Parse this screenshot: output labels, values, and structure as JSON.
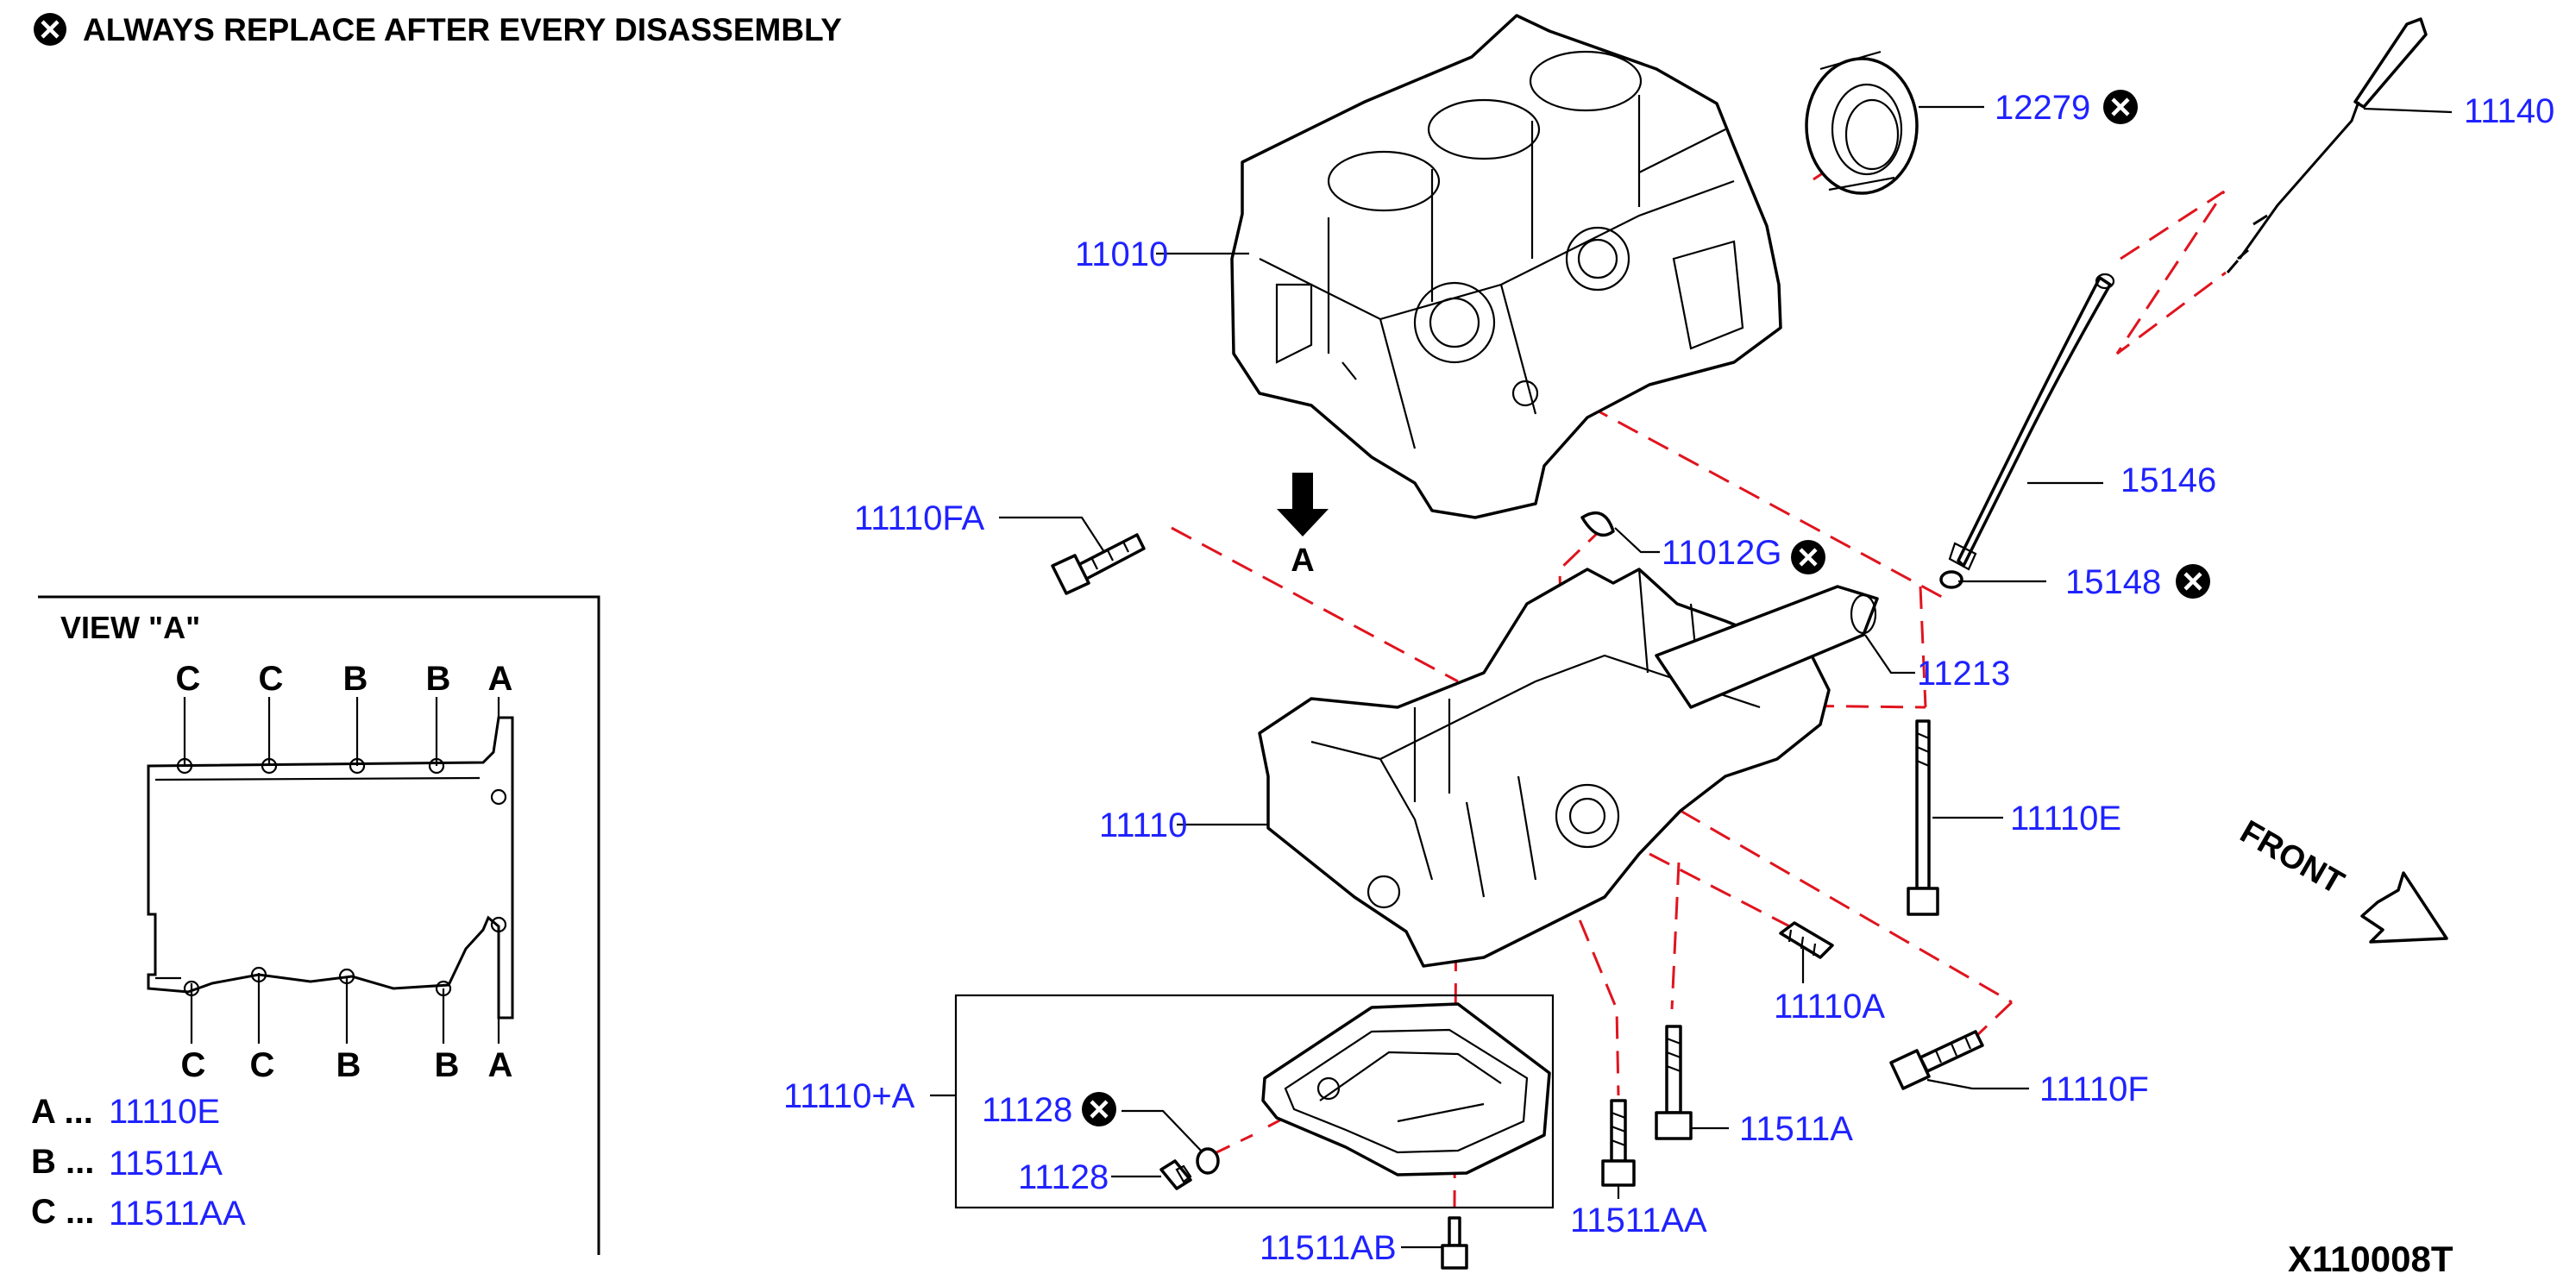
{
  "header_note": "ALWAYS REPLACE AFTER EVERY DISASSEMBLY",
  "diagram_id": "X110008T",
  "view": {
    "title": "VIEW \"A\"",
    "top_letters": [
      "C",
      "C",
      "B",
      "B",
      "A"
    ],
    "bottom_letters": [
      "C",
      "C",
      "B",
      "B",
      "A"
    ],
    "legend": [
      {
        "letter": "A ...",
        "part": "11110E"
      },
      {
        "letter": "B ...",
        "part": "11511A"
      },
      {
        "letter": "C ...",
        "part": "11511AA"
      }
    ]
  },
  "arrow_label": "A",
  "front_label": "FRONT",
  "parts": {
    "p11010": "11010",
    "p12279": "12279",
    "p11140": "11140",
    "p15146": "15146",
    "p15148": "15148",
    "p11110FA": "11110FA",
    "p11012G": "11012G",
    "p11213": "11213",
    "p11110": "11110",
    "p11110E": "11110E",
    "p11110A": "11110A",
    "p11110F": "11110F",
    "p11110plusA": "11110+A",
    "p11128a": "11128",
    "p11128b": "11128",
    "p11511A": "11511A",
    "p11511AA": "11511AA",
    "p11511AB": "11511AB"
  },
  "replace_marks": [
    "12279",
    "15148",
    "11012G",
    "11128"
  ]
}
